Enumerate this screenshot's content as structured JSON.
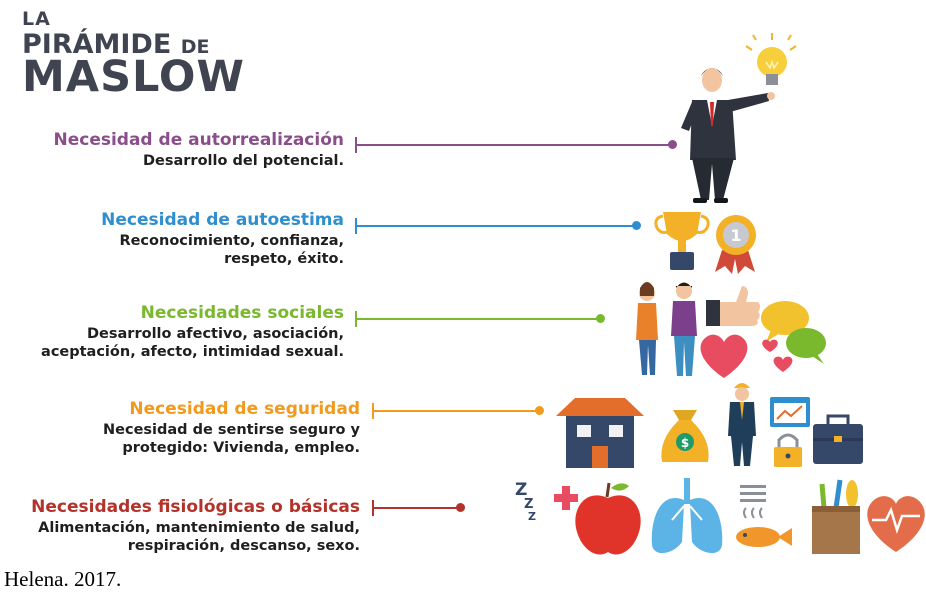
{
  "title": {
    "line1": "LA",
    "line2_main": "PIRÁMIDE",
    "line2_small": "DE",
    "line3": "MASLOW"
  },
  "levels": [
    {
      "name": "Necesidad de autorrealización",
      "desc": [
        "Desarrollo del potencial."
      ],
      "color": "#8a4f8a"
    },
    {
      "name": "Necesidad de autoestima",
      "desc": [
        "Reconocimiento, confianza,",
        "respeto, éxito."
      ],
      "color": "#2f8fce"
    },
    {
      "name": "Necesidades sociales",
      "desc": [
        "Desarrollo afectivo, asociación,",
        "aceptación, afecto, intimidad sexual."
      ],
      "color": "#7ab82e"
    },
    {
      "name": "Necesidad de seguridad",
      "desc": [
        "Necesidad de sentirse seguro y",
        "protegido: Vivienda, empleo."
      ],
      "color": "#f19a1c"
    },
    {
      "name": "Necesidades fisiológicas o básicas",
      "desc": [
        "Alimentación, mantenimiento de salud,",
        "respiración, descanso, sexo."
      ],
      "color": "#b3322a"
    }
  ],
  "badge_number": "1",
  "icons": [
    "businessman-icon",
    "lightbulb-icon",
    "trophy-icon",
    "medal-icon",
    "couple-icon",
    "thumbs-up-icon",
    "speech-bubbles-icon",
    "hearts-icon",
    "house-icon",
    "money-bag-icon",
    "engineer-icon",
    "chart-screen-icon",
    "padlock-icon",
    "briefcase-icon",
    "moon-sleep-icon",
    "health-cross-icon",
    "apple-icon",
    "lungs-icon",
    "hot-fish-icon",
    "grocery-bag-icon",
    "heartbeat-icon"
  ],
  "caption": "Helena. 2017."
}
